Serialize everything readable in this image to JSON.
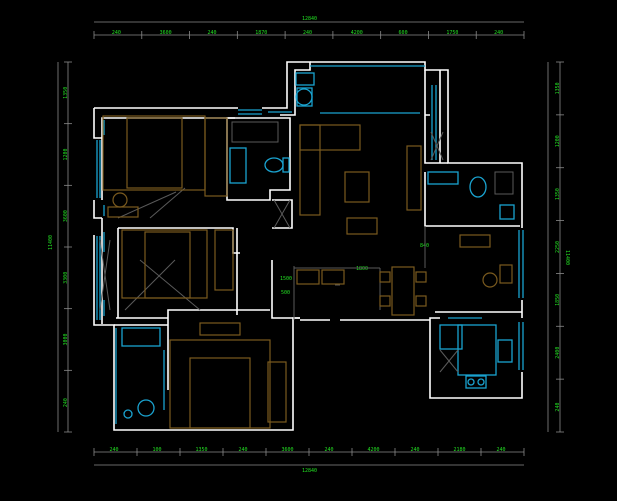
{
  "drawing": {
    "title": "Floor plan (CAD)",
    "accent_colors": {
      "walls": "#ffffff",
      "windows_fixtures": "#1aa3d0",
      "furniture": "#7a5a1e",
      "dimensions": "#22e022"
    }
  },
  "dimensions": {
    "top_overall": "12840",
    "top_segments": [
      "240",
      "3600",
      "240",
      "1870",
      "240",
      "4200",
      "600",
      "1750",
      "240"
    ],
    "bottom_overall": "12840",
    "bottom_segments": [
      "240",
      "100",
      "1350",
      "240",
      "3600",
      "240",
      "4200",
      "240",
      "2180",
      "240"
    ],
    "left_overall": "11400",
    "left_segments": [
      "1350",
      "1200",
      "3600",
      "3300",
      "3000",
      "240"
    ],
    "right_overall": "11400",
    "right_segments": [
      "1350",
      "1200",
      "1350",
      "2250",
      "1850",
      "2400",
      "240"
    ],
    "interior": [
      "1800",
      "840",
      "1500",
      "500"
    ]
  }
}
